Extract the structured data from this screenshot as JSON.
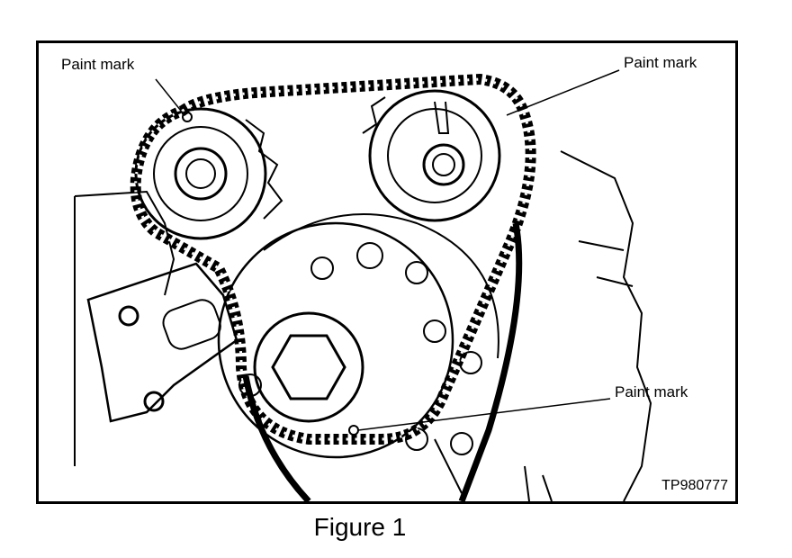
{
  "labels": {
    "paint_mark_top_left": "Paint mark",
    "paint_mark_top_right": "Paint mark",
    "paint_mark_bottom": "Paint mark"
  },
  "figure_code": "TP980777",
  "caption": "Figure 1",
  "colors": {
    "ink": "#000000",
    "paper": "#ffffff"
  }
}
